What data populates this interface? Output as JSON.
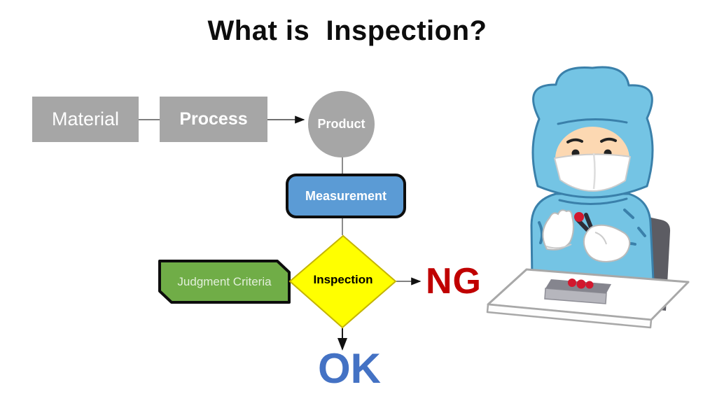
{
  "title": "What is  Inspection?",
  "flowchart": {
    "material_label": "Material",
    "process_label": "Process",
    "product_label": "Product",
    "measurement_label": "Measurement",
    "judgment_label": "Judgment Criteria",
    "inspection_label": "Inspection",
    "ng_label": "NG",
    "ok_label": "OK"
  },
  "colors": {
    "shape_gray": "#a6a6a6",
    "measurement_blue": "#5b9bd5",
    "inspection_yellow": "#ffff00",
    "inspection_border": "#c4b400",
    "judgment_green": "#70ad47",
    "shape_border_black": "#0d0d0d",
    "ng_red": "#c00000",
    "ok_blue": "#4472c4"
  },
  "illustration": {
    "name": "cleanroom-inspector",
    "alt": "Worker in a blue cleanroom suit with mask inspecting parts with tweezers at a white table"
  }
}
